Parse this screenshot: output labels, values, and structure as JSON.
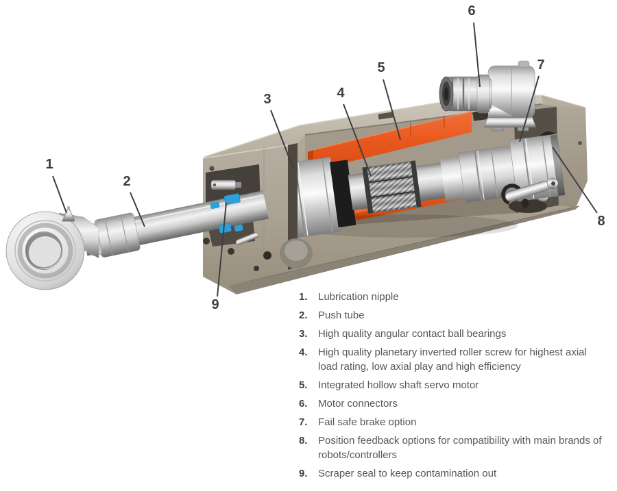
{
  "figure": {
    "description": "Cutaway technical illustration of an electric linear actuator with integrated hollow shaft servo motor",
    "colors": {
      "background": "#FFFFFF",
      "stator_orange": "#E85A20",
      "housing_beige": "#AFA799",
      "metal_silver": "#D9D9D9",
      "seal_blue": "#2F9FD8",
      "callout_text": "#3D3D3F",
      "legend_text": "#55565A",
      "legend_number": "#3F4042"
    },
    "callouts": [
      {
        "label": "1",
        "target": "lubrication-nipple"
      },
      {
        "label": "2",
        "target": "push-tube"
      },
      {
        "label": "3",
        "target": "ball-bearings"
      },
      {
        "label": "4",
        "target": "roller-screw"
      },
      {
        "label": "5",
        "target": "servo-motor-stator"
      },
      {
        "label": "6",
        "target": "motor-connector"
      },
      {
        "label": "7",
        "target": "fail-safe-brake"
      },
      {
        "label": "8",
        "target": "position-feedback"
      },
      {
        "label": "9",
        "target": "scraper-seal"
      }
    ]
  },
  "legend": {
    "items": [
      {
        "num": "1.",
        "text": "Lubrication nipple"
      },
      {
        "num": "2.",
        "text": "Push tube"
      },
      {
        "num": "3.",
        "text": "High quality angular contact ball bearings"
      },
      {
        "num": "4.",
        "text": "High quality planetary inverted roller screw for highest axial load rating, low axial play and high efficiency"
      },
      {
        "num": "5.",
        "text": "Integrated hollow shaft servo motor"
      },
      {
        "num": "6.",
        "text": "Motor connectors"
      },
      {
        "num": "7.",
        "text": "Fail safe brake option"
      },
      {
        "num": "8.",
        "text": "Position feedback options for compatibility with main brands of robots/controllers"
      },
      {
        "num": "9.",
        "text": "Scraper seal to keep contamination out"
      }
    ]
  }
}
